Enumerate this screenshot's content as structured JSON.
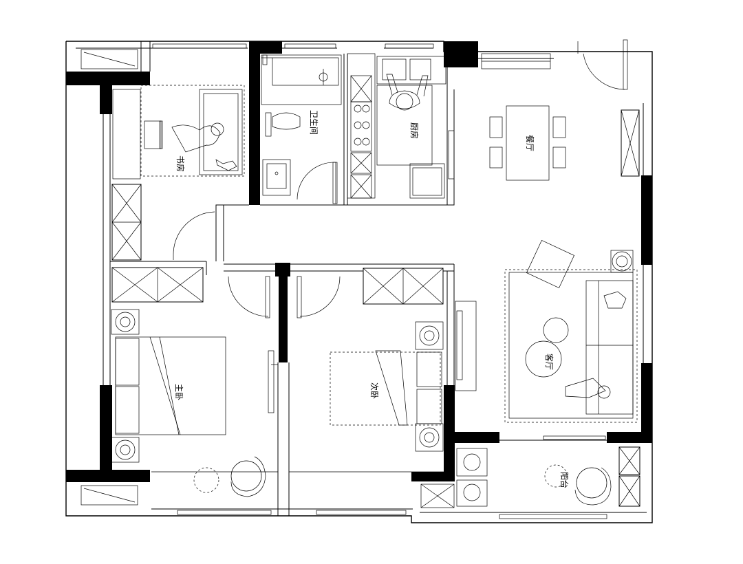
{
  "rooms": {
    "study": "书房",
    "bathroom": "卫生间",
    "kitchen": "厨房",
    "dining": "餐厅",
    "living": "客厅",
    "master_bedroom": "主卧",
    "second_bedroom": "次卧",
    "balcony": "阳台"
  }
}
